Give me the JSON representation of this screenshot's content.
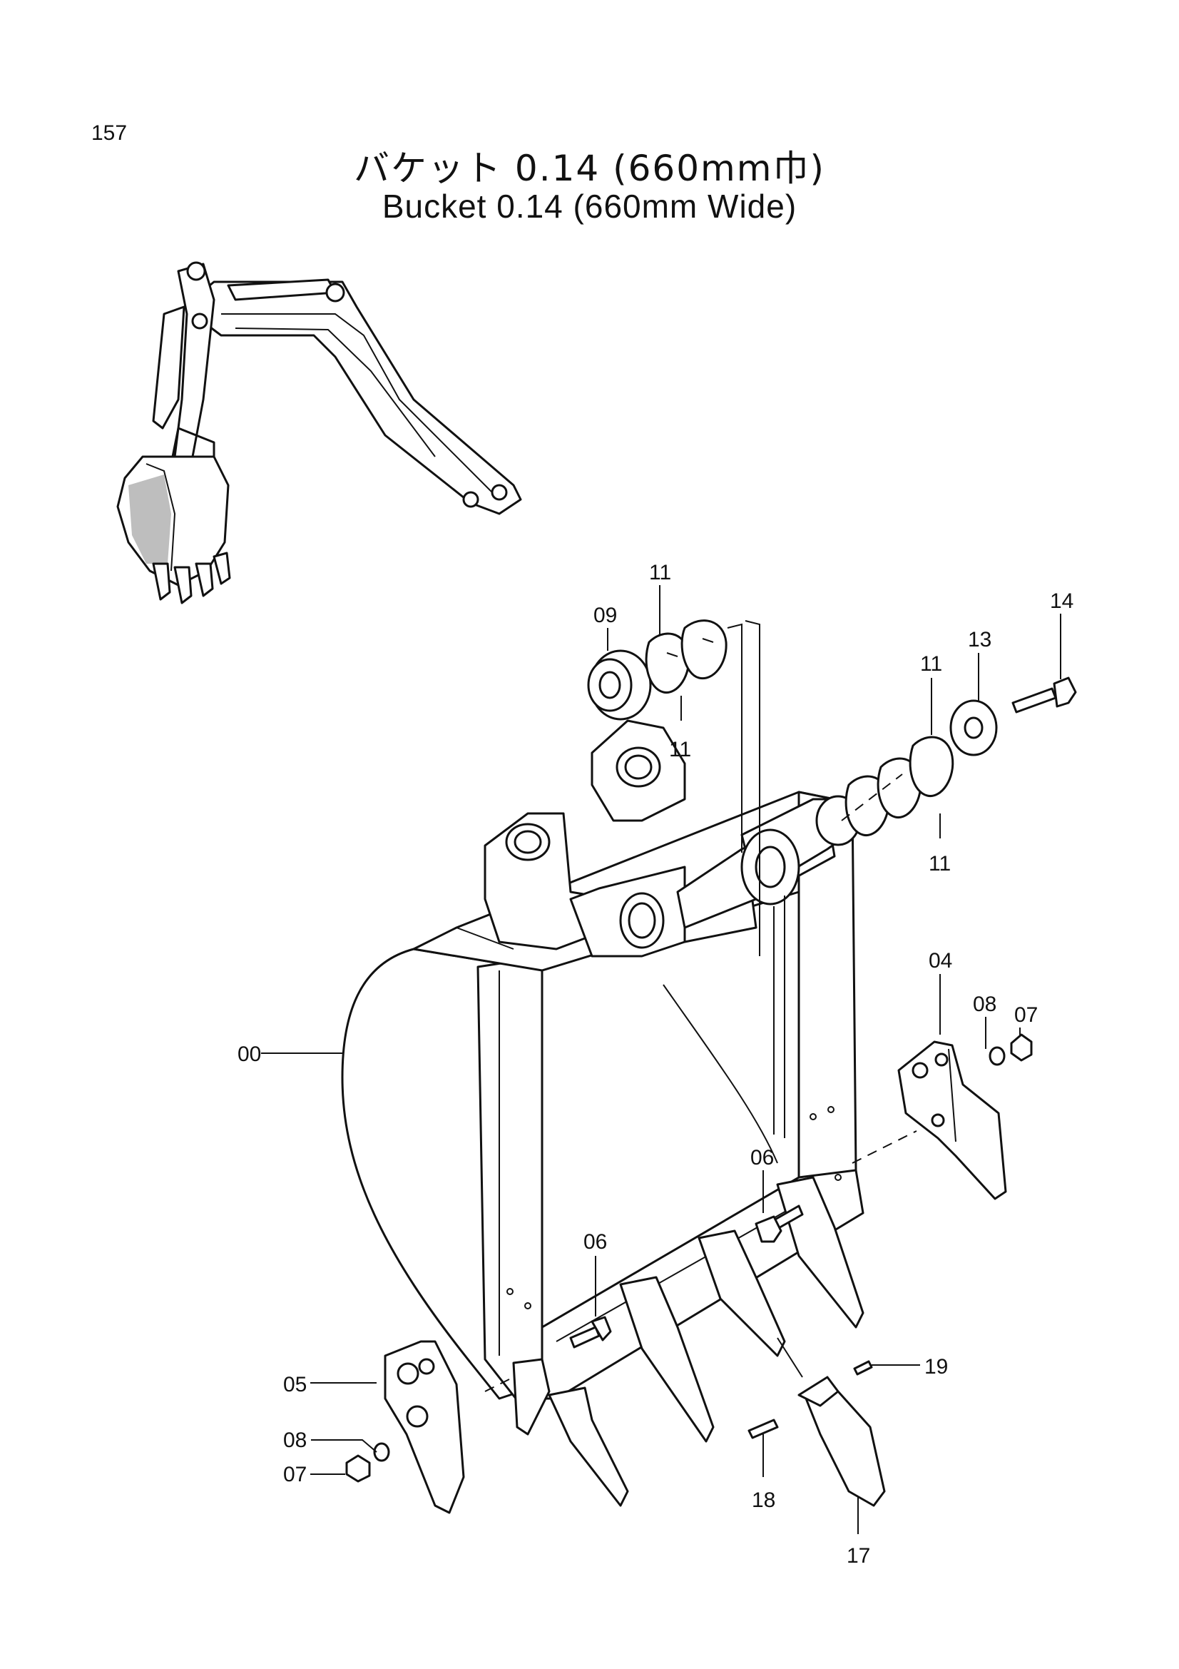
{
  "page_number": "157",
  "title_jp": "バケット 0.14 (660mm巾)",
  "title_en": "Bucket 0.14 (660mm Wide)",
  "callouts": [
    {
      "id": "c00",
      "label": "00"
    },
    {
      "id": "c04",
      "label": "04"
    },
    {
      "id": "c05",
      "label": "05"
    },
    {
      "id": "c06a",
      "label": "06"
    },
    {
      "id": "c06b",
      "label": "06"
    },
    {
      "id": "c07a",
      "label": "07"
    },
    {
      "id": "c07b",
      "label": "07"
    },
    {
      "id": "c08a",
      "label": "08"
    },
    {
      "id": "c08b",
      "label": "08"
    },
    {
      "id": "c09",
      "label": "09"
    },
    {
      "id": "c11a",
      "label": "11"
    },
    {
      "id": "c11b",
      "label": "11"
    },
    {
      "id": "c11c",
      "label": "11"
    },
    {
      "id": "c11d",
      "label": "11"
    },
    {
      "id": "c13",
      "label": "13"
    },
    {
      "id": "c14",
      "label": "14"
    },
    {
      "id": "c17",
      "label": "17"
    },
    {
      "id": "c18",
      "label": "18"
    },
    {
      "id": "c19",
      "label": "19"
    }
  ]
}
